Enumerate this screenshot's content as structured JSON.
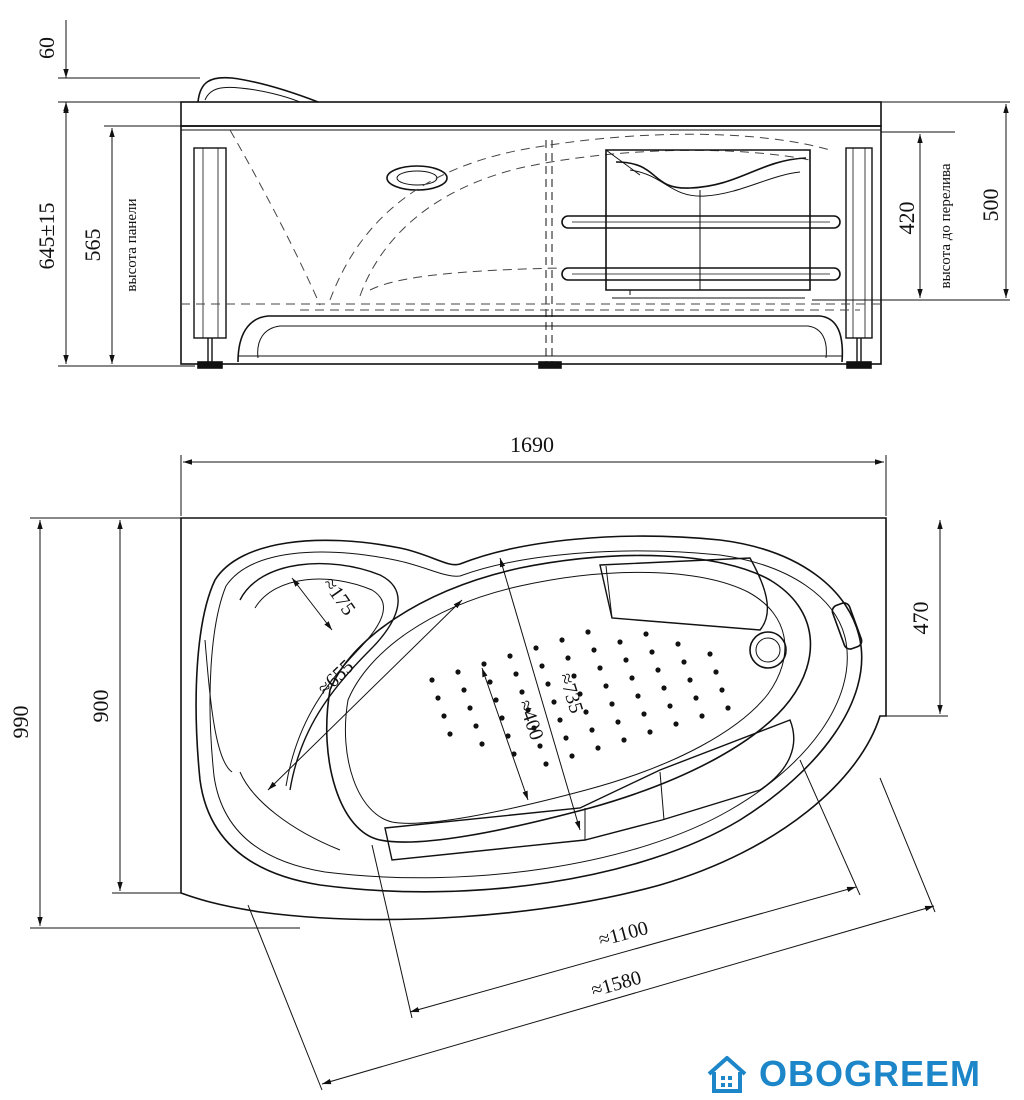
{
  "drawing": {
    "line_color": "#111111",
    "hidden_line_color": "#444444",
    "background": "#ffffff",
    "side_view": {
      "dims": {
        "rim_height": "60",
        "total_height": "645±15",
        "panel_height": "565",
        "overflow_height": "420",
        "tub_height": "500"
      },
      "notes": {
        "panel_height_label": "высота панели",
        "overflow_label": "высота до перелива"
      }
    },
    "top_view": {
      "dims": {
        "length": "1690",
        "width": "990",
        "inner_width": "900",
        "short_side": "470",
        "headrest": "≈175",
        "diag_655": "≈655",
        "diag_735": "≈735",
        "diag_400": "≈400",
        "inner_length": "≈1100",
        "overall_diag": "≈1580"
      }
    }
  },
  "logo": {
    "text": "OBOGREEM",
    "icon": "house-icon",
    "color": "#1c86c9"
  }
}
